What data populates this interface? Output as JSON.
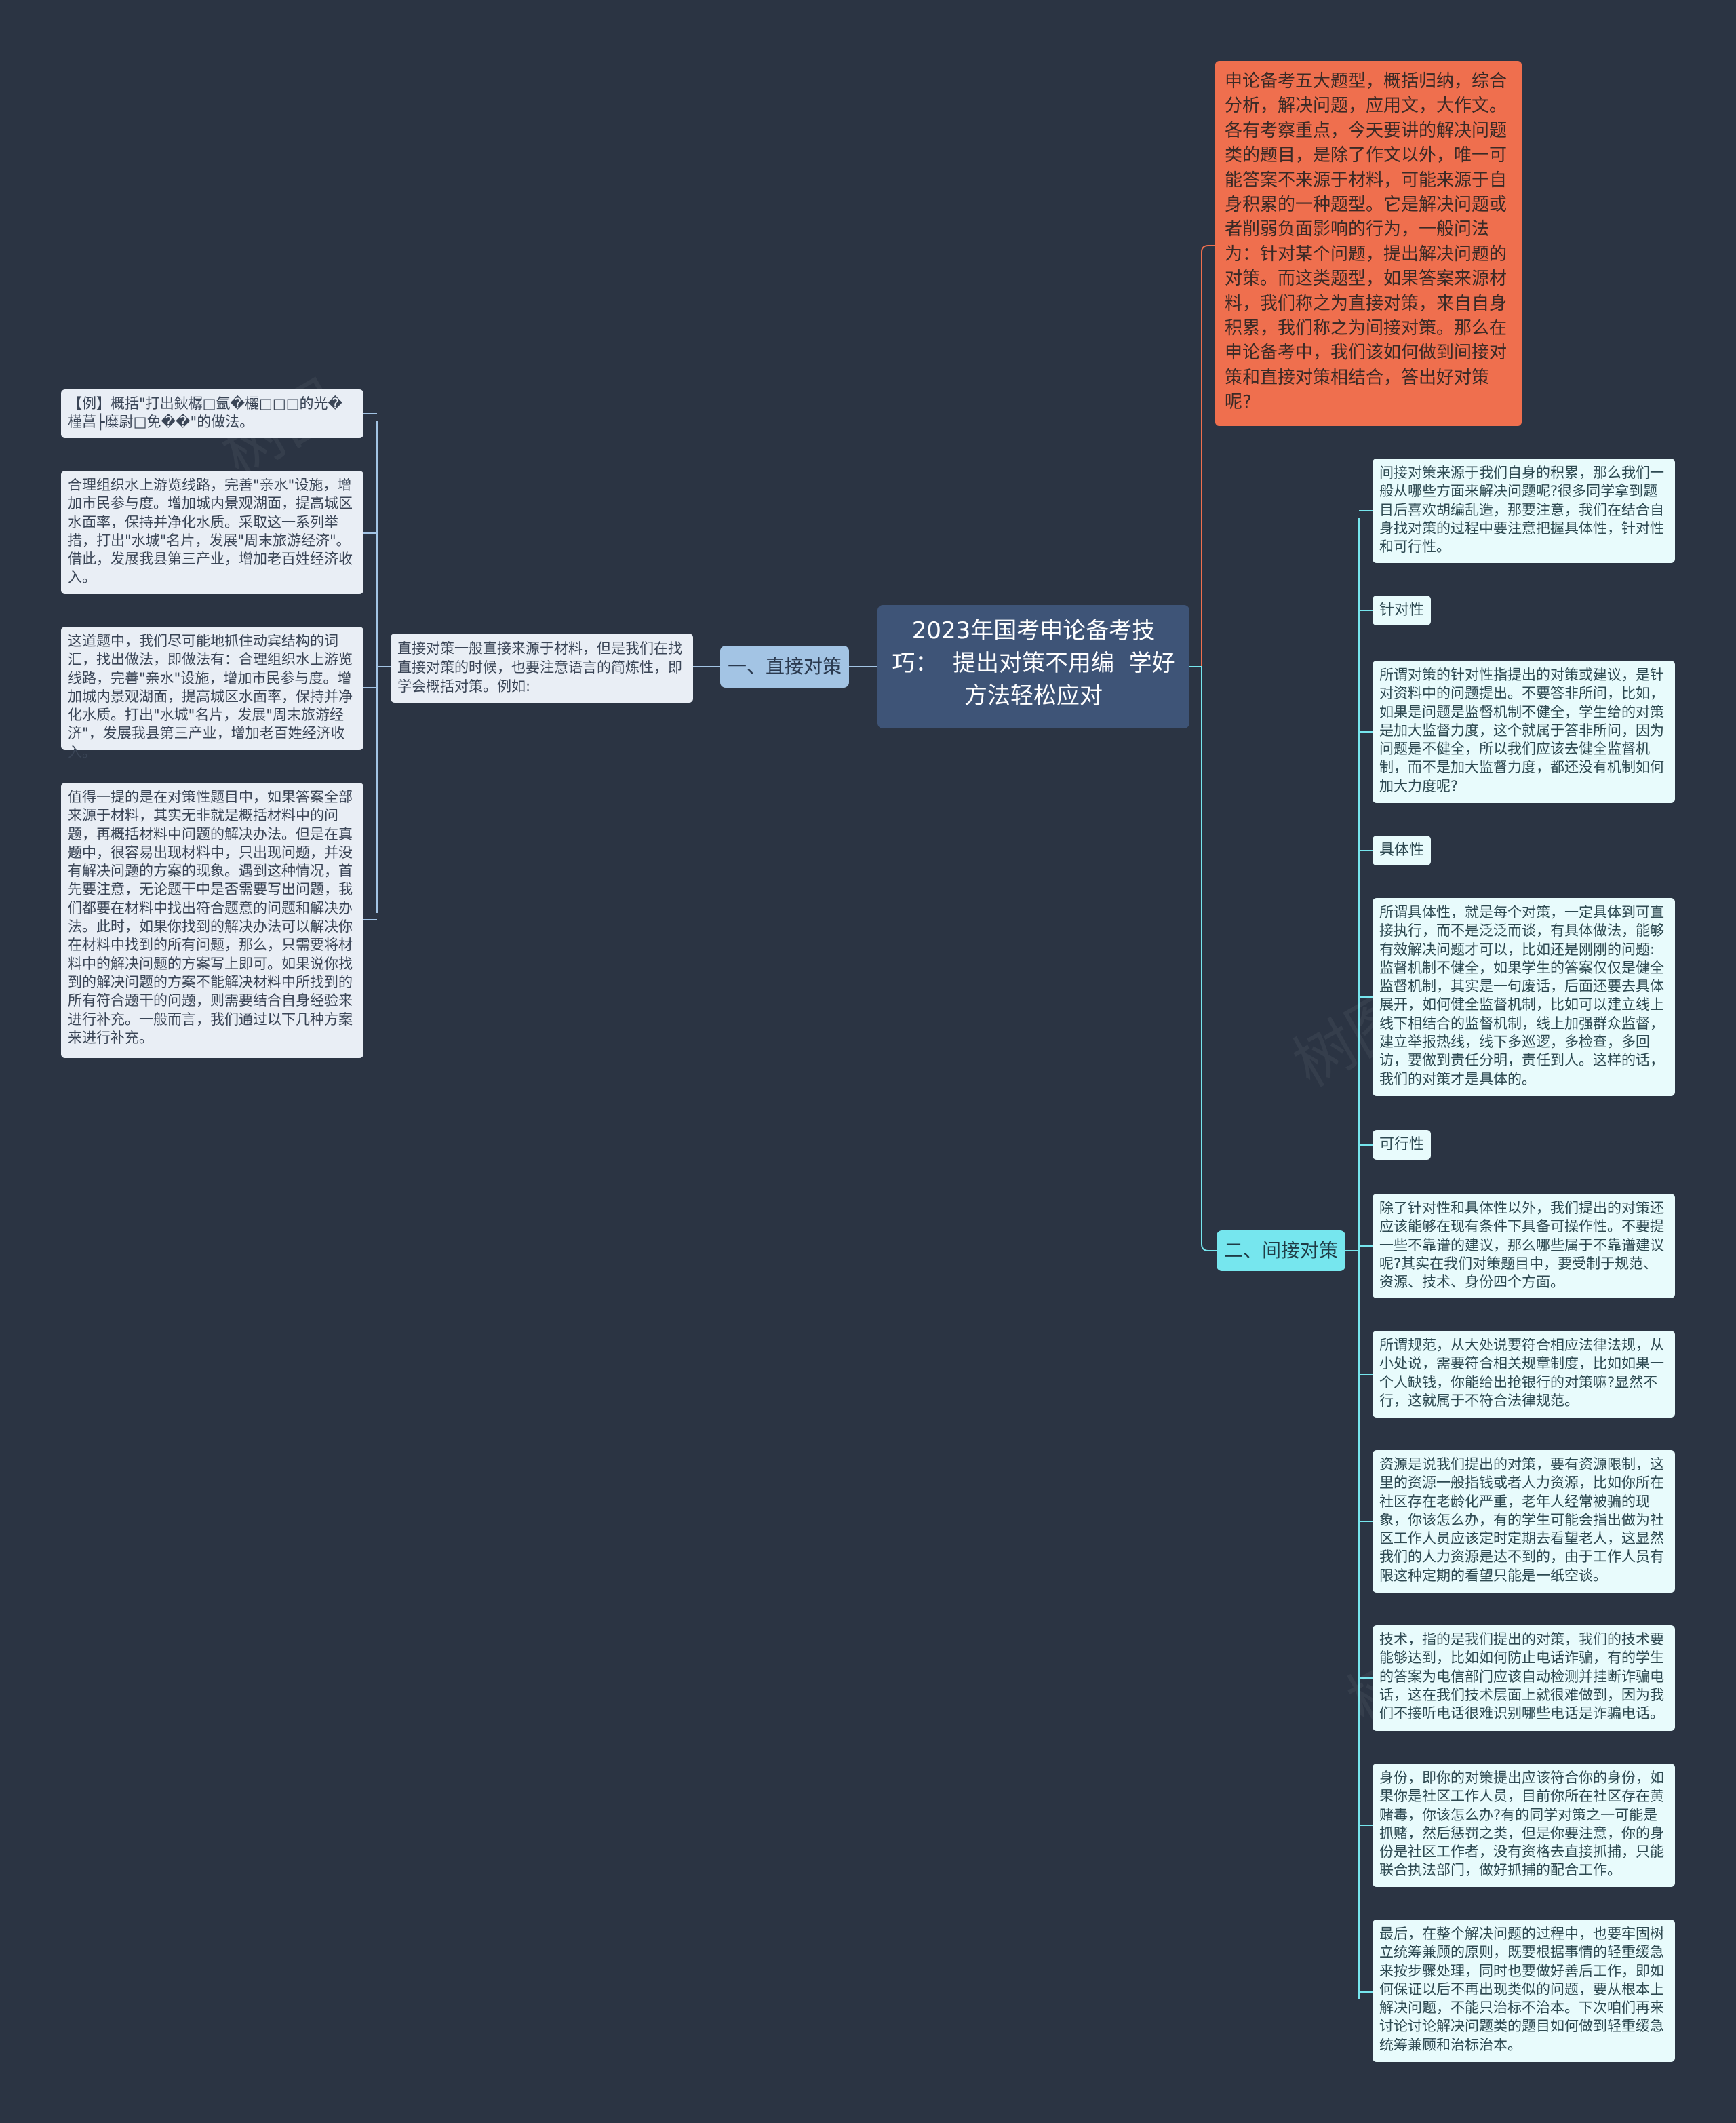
{
  "root": {
    "title": "2023年国考申论备考技巧：  提出对策不用编  学好方法轻松应对"
  },
  "intro": "申论备考五大题型，概括归纳，综合分析，解决问题，应用文，大作文。各有考察重点，今天要讲的解决问题类的题目，是除了作文以外，唯一可能答案不来源于材料，可能来源于自身积累的一种题型。它是解决问题或者削弱负面影响的行为，一般问法为：针对某个问题，提出解决问题的对策。而这类题型，如果答案来源材料，我们称之为直接对策，来自自身积累，我们称之为间接对策。那么在申论备考中，我们该如何做到间接对策和直接对策相结合，答出好对策呢?",
  "left_branch": {
    "label": "一、直接对策",
    "note": "直接对策一般直接来源于材料，但是我们在找直接对策的时候，也要注意语言的简炼性，即学会概括对策。例如:",
    "cards": [
      "【例】概括\"打出鈥樼□氬�欐□□□的光�槿菖┝糜尉□免��\"的做法。",
      "合理组织水上游览线路，完善\"亲水\"设施，增加市民参与度。增加城内景观湖面，提高城区水面率，保持并净化水质。采取这一系列举措，打出\"水城\"名片，发展\"周末旅游经济\"。借此，发展我县第三产业，增加老百姓经济收入。",
      "这道题中，我们尽可能地抓住动宾结构的词汇，找出做法，即做法有：合理组织水上游览线路，完善\"亲水\"设施，增加市民参与度。增加城内景观湖面，提高城区水面率，保持并净化水质。打出\"水城\"名片，发展\"周末旅游经济\"，发展我县第三产业，增加老百姓经济收入。",
      "值得一提的是在对策性题目中，如果答案全部来源于材料，其实无非就是概括材料中的问题，再概括材料中问题的解决办法。但是在真题中，很容易出现材料中，只出现问题，并没有解决问题的方案的现象。遇到这种情况，首先要注意，无论题干中是否需要写出问题，我们都要在材料中找出符合题意的问题和解决办法。此时，如果你找到的解决办法可以解决你在材料中找到的所有问题，那么，只需要将材料中的解决问题的方案写上即可。如果说你找到的解决问题的方案不能解决材料中所找到的所有符合题干的问题，则需要结合自身经验来进行补充。一般而言，我们通过以下几种方案来进行补充。"
    ]
  },
  "right_branch": {
    "label": "二、间接对策",
    "items": [
      {
        "kind": "card",
        "text": "间接对策来源于我们自身的积累，那么我们一般从哪些方面来解决问题呢?很多同学拿到题目后喜欢胡编乱造，那要注意，我们在结合自身找对策的过程中要注意把握具体性，针对性和可行性。"
      },
      {
        "kind": "label",
        "text": "针对性"
      },
      {
        "kind": "card",
        "text": "所谓对策的针对性指提出的对策或建议，是针对资料中的问题提出。不要答非所问，比如，如果是问题是监督机制不健全，学生给的对策是加大监督力度，这个就属于答非所问，因为问题是不健全，所以我们应该去健全监督机制，而不是加大监督力度，都还没有机制如何加大力度呢?"
      },
      {
        "kind": "label",
        "text": "具体性"
      },
      {
        "kind": "card",
        "text": "所谓具体性，就是每个对策，一定具体到可直接执行，而不是泛泛而谈，有具体做法，能够有效解决问题才可以，比如还是刚刚的问题:监督机制不健全，如果学生的答案仅仅是健全监督机制，其实是一句废话，后面还要去具体展开，如何健全监督机制，比如可以建立线上线下相结合的监督机制，线上加强群众监督，建立举报热线，线下多巡逻，多检查，多回访，要做到责任分明，责任到人。这样的话，我们的对策才是具体的。"
      },
      {
        "kind": "label",
        "text": "可行性"
      },
      {
        "kind": "card",
        "text": "除了针对性和具体性以外，我们提出的对策还应该能够在现有条件下具备可操作性。不要提一些不靠谱的建议，那么哪些属于不靠谱建议呢?其实在我们对策题目中，要受制于规范、资源、技术、身份四个方面。"
      },
      {
        "kind": "card",
        "text": "所谓规范，从大处说要符合相应法律法规，从小处说，需要符合相关规章制度，比如如果一个人缺钱，你能给出抢银行的对策嘛?显然不行，这就属于不符合法律规范。"
      },
      {
        "kind": "card",
        "text": "资源是说我们提出的对策，要有资源限制，这里的资源一般指钱或者人力资源，比如你所在社区存在老龄化严重，老年人经常被骗的现象，你该怎么办，有的学生可能会指出做为社区工作人员应该定时定期去看望老人，这显然我们的人力资源是达不到的，由于工作人员有限这种定期的看望只能是一纸空谈。"
      },
      {
        "kind": "card",
        "text": "技术，指的是我们提出的对策，我们的技术要能够达到，比如如何防止电话诈骗，有的学生的答案为电信部门应该自动检测并挂断诈骗电话，这在我们技术层面上就很难做到，因为我们不接听电话很难识别哪些电话是诈骗电话。"
      },
      {
        "kind": "card",
        "text": "身份，即你的对策提出应该符合你的身份，如果你是社区工作人员，目前你所在社区存在黄赌毒，你该怎么办?有的同学对策之一可能是抓赌，然后惩罚之类，但是你要注意，你的身份是社区工作者，没有资格去直接抓捕，只能联合执法部门，做好抓捕的配合工作。"
      },
      {
        "kind": "card",
        "text": "最后，在整个解决问题的过程中，也要牢固树立统筹兼顾的原则，既要根据事情的轻重缓急来按步骤处理，同时也要做好善后工作，即如何保证以后不再出现类似的问题，要从根本上解决问题，不能只治标不治本。下次咱们再来讨论讨论解决问题类的题目如何做到轻重缓急统筹兼顾和治标治本。"
      }
    ]
  },
  "colors": {
    "background": "#2b3443",
    "root": "#3e5477",
    "intro": "#ef6f4e",
    "left_branch": "#a3c4e4",
    "right_branch": "#76e6ee",
    "line_intro": "#ef6f4e",
    "line_left": "#a3c4e4",
    "line_right": "#76e6ee"
  }
}
